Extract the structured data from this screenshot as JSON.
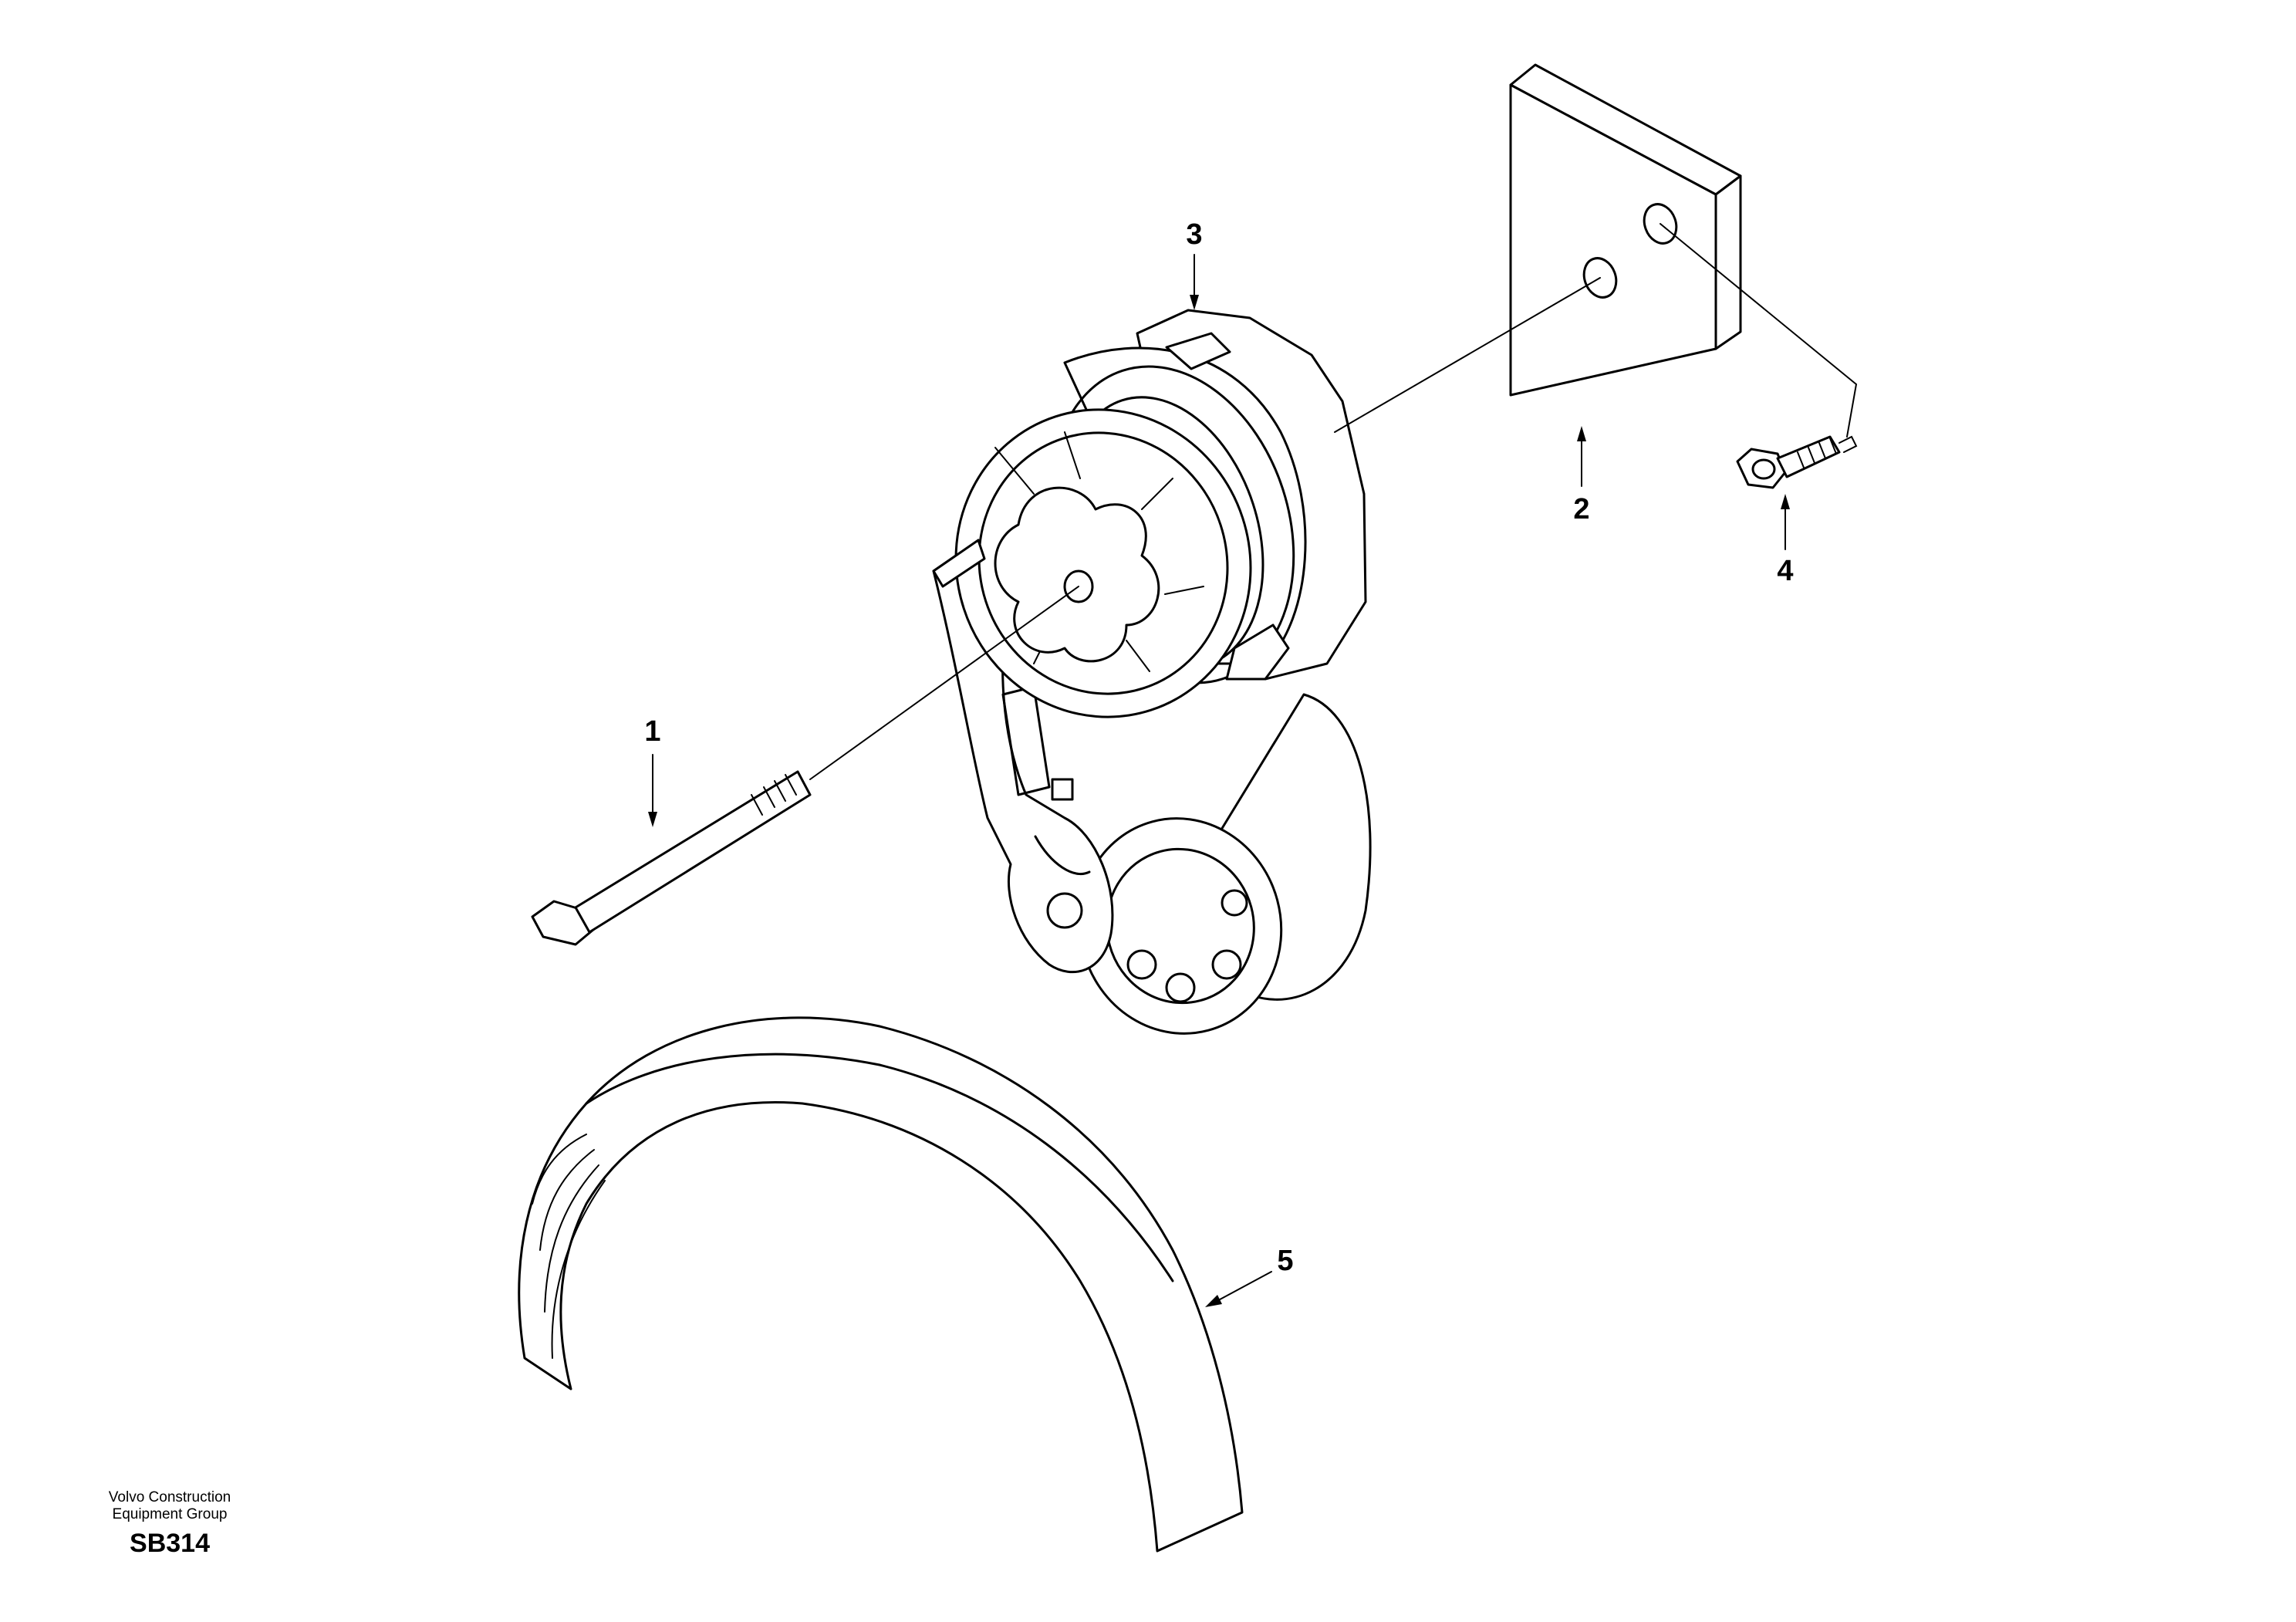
{
  "callouts": [
    {
      "id": "bolt",
      "label": "1"
    },
    {
      "id": "spacer-plate",
      "label": "2"
    },
    {
      "id": "belt-tensioner",
      "label": "3"
    },
    {
      "id": "flange-screw",
      "label": "4"
    },
    {
      "id": "drive-belt",
      "label": "5"
    }
  ],
  "footer": {
    "company_line1": "Volvo Construction",
    "company_line2": "Equipment Group",
    "drawing_code": "SB314"
  }
}
